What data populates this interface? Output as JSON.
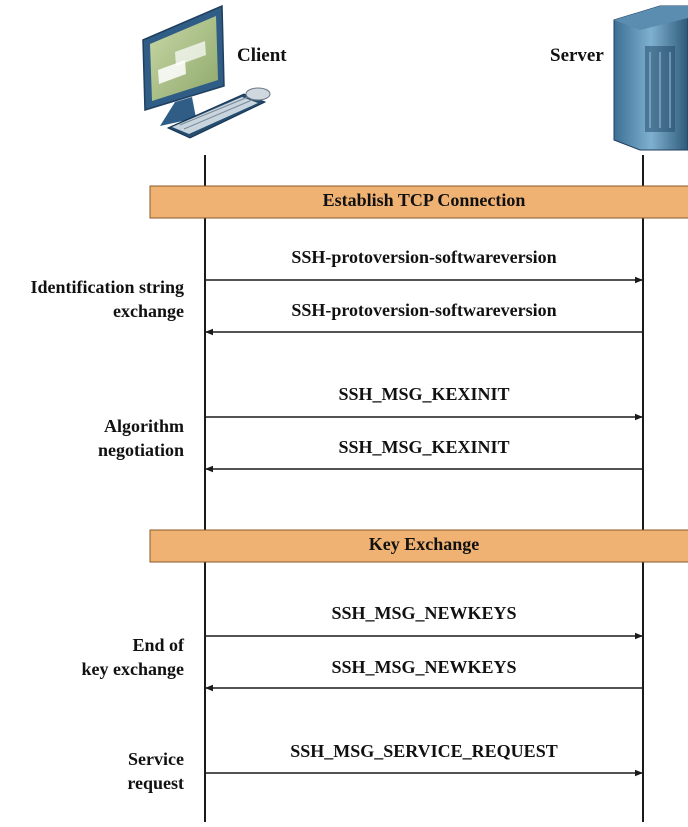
{
  "participants": {
    "client": "Client",
    "server": "Server"
  },
  "bands": [
    {
      "label": "Establish TCP Connection"
    },
    {
      "label": "Key Exchange"
    }
  ],
  "messages": [
    {
      "label": "SSH-protoversion-softwareversion",
      "direction": "client-to-server"
    },
    {
      "label": "SSH-protoversion-softwareversion",
      "direction": "server-to-client"
    },
    {
      "label": "SSH_MSG_KEXINIT",
      "direction": "client-to-server"
    },
    {
      "label": "SSH_MSG_KEXINIT",
      "direction": "server-to-client"
    },
    {
      "label": "SSH_MSG_NEWKEYS",
      "direction": "client-to-server"
    },
    {
      "label": "SSH_MSG_NEWKEYS",
      "direction": "server-to-client"
    },
    {
      "label": "SSH_MSG_SERVICE_REQUEST",
      "direction": "client-to-server"
    }
  ],
  "phases": [
    {
      "line1": "Identification string",
      "line2": "exchange"
    },
    {
      "line1": "Algorithm",
      "line2": "negotiation"
    },
    {
      "line1": "End of",
      "line2": "key exchange"
    },
    {
      "line1": "Service",
      "line2": "request"
    }
  ],
  "colors": {
    "band_fill": "#f0b273",
    "band_stroke": "#8a5a2b",
    "line": "#1a1a1a"
  }
}
